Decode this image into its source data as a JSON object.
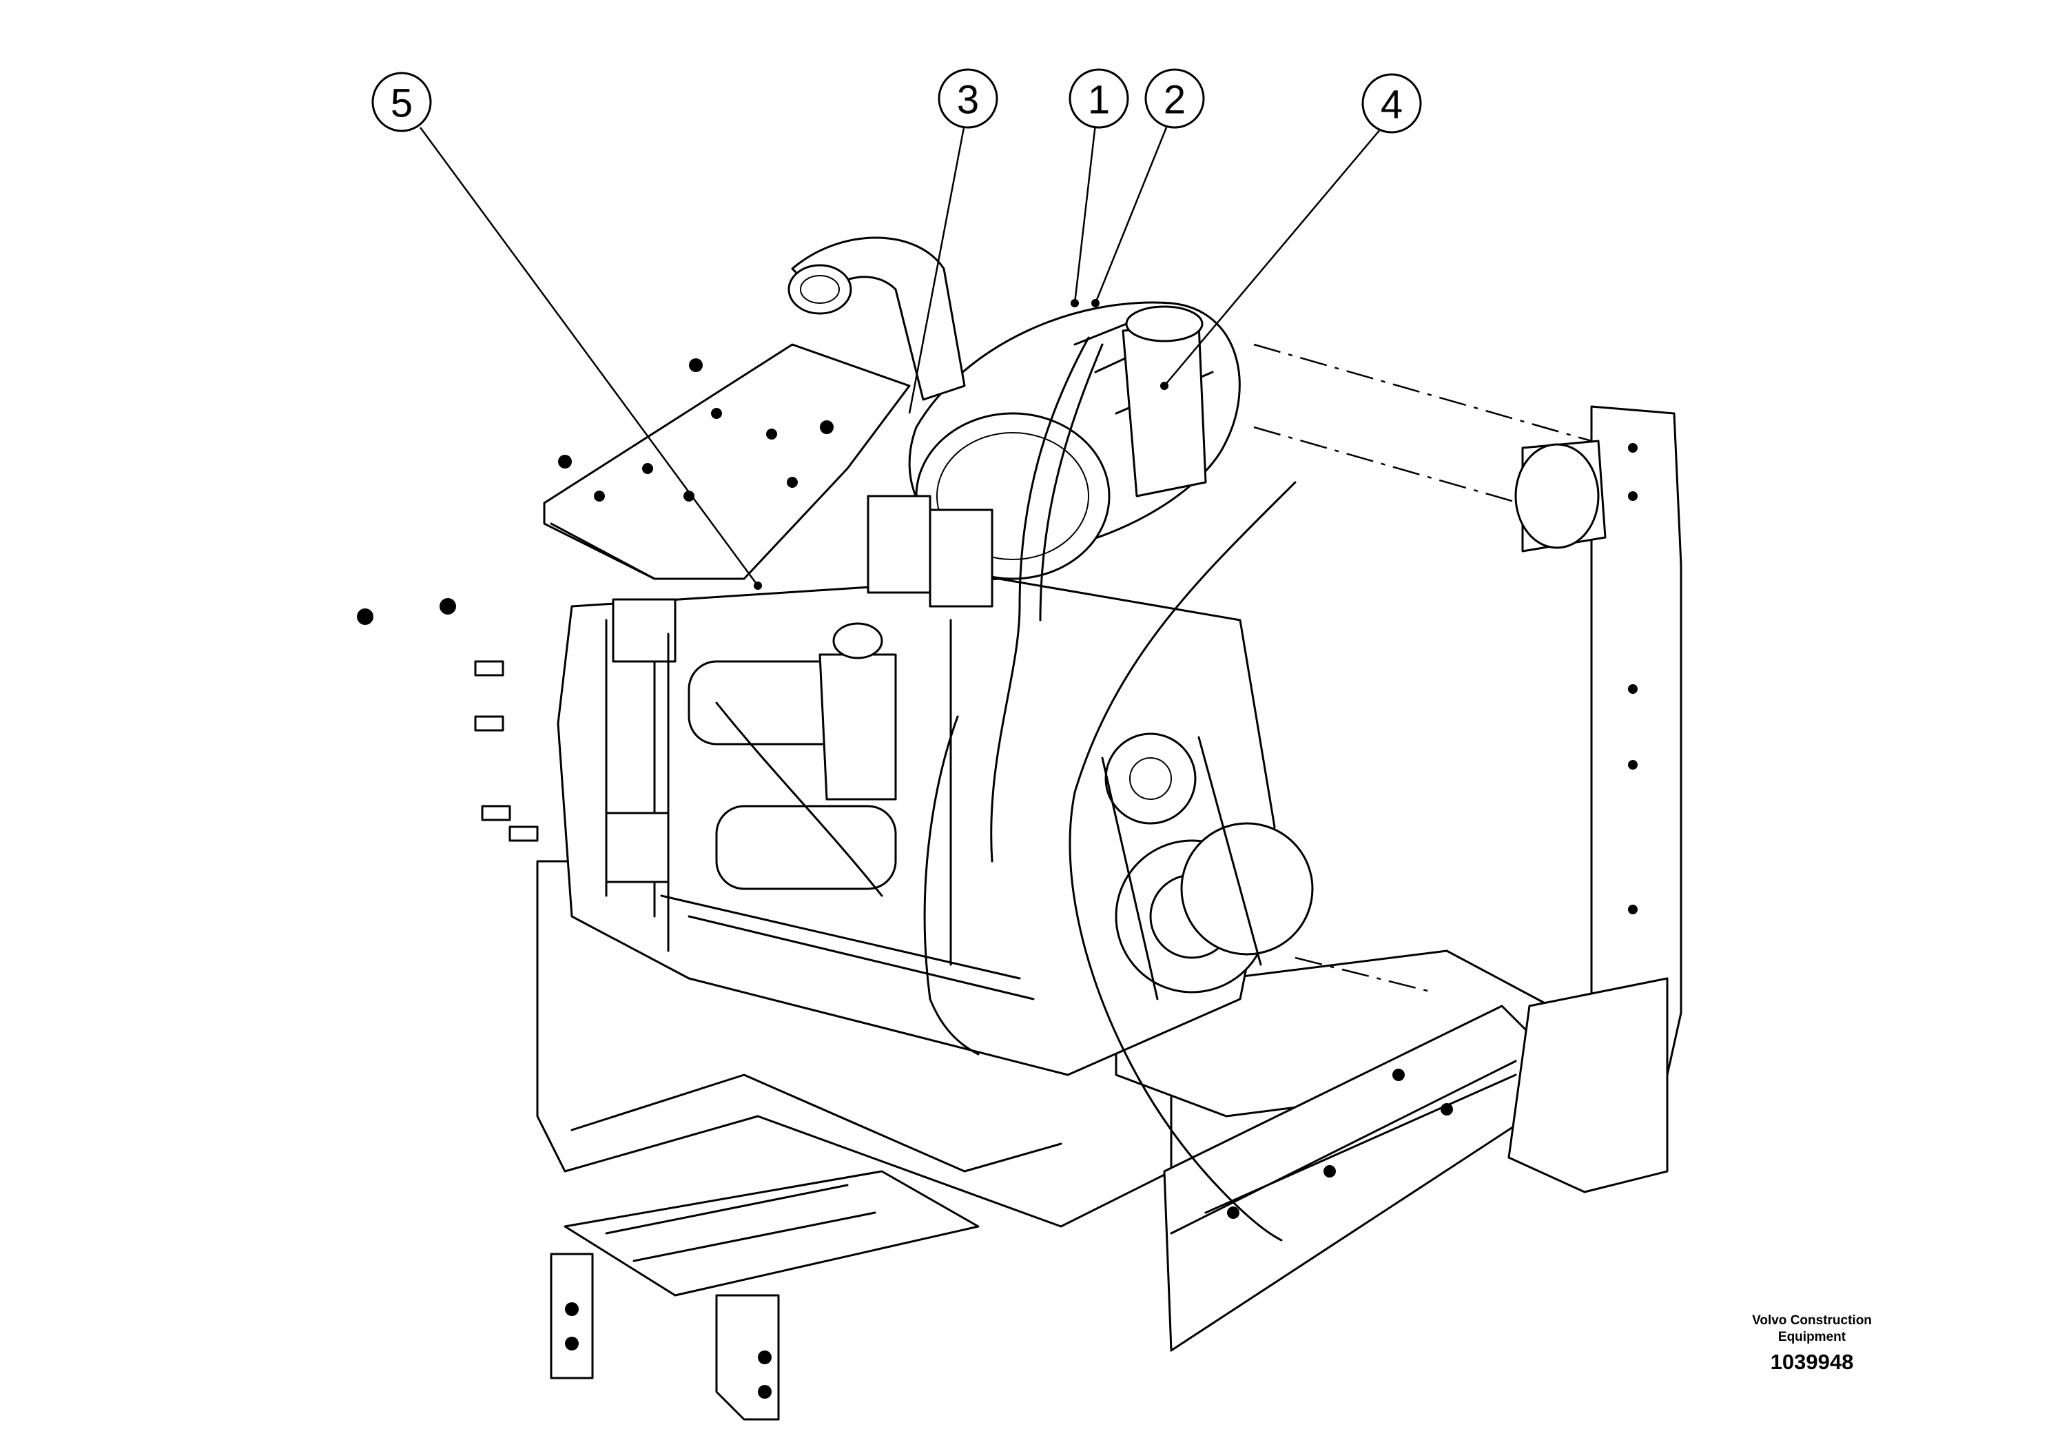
{
  "callouts": [
    {
      "id": "callout-5",
      "label": "5"
    },
    {
      "id": "callout-3",
      "label": "3"
    },
    {
      "id": "callout-1",
      "label": "1"
    },
    {
      "id": "callout-2",
      "label": "2"
    },
    {
      "id": "callout-4",
      "label": "4"
    }
  ],
  "caption": {
    "company_line1": "Volvo Construction",
    "company_line2": "Equipment",
    "drawing_number": "1039948"
  }
}
